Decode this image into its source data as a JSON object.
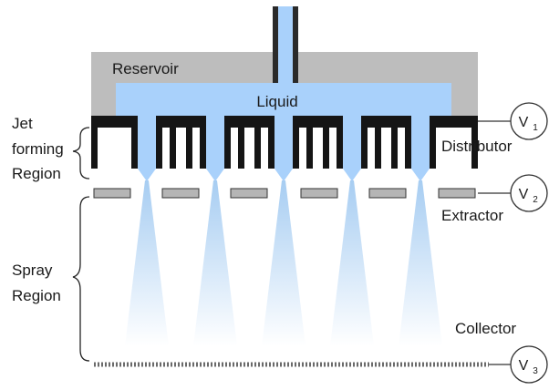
{
  "labels": {
    "reservoir": "Reservoir",
    "liquid": "Liquid",
    "jet_line1": "Jet",
    "jet_line2": "forming",
    "jet_line3": "Region",
    "distributor": "Distributor",
    "extractor": "Extractor",
    "spray_line1": "Spray",
    "spray_line2": "Region",
    "collector": "Collector"
  },
  "voltages": [
    {
      "letter": "V",
      "sub": "1"
    },
    {
      "letter": "V",
      "sub": "2"
    },
    {
      "letter": "V",
      "sub": "3"
    }
  ],
  "colors": {
    "reservoir": "#bdbdbd",
    "liquid": "#a9d1fb",
    "distributor": "#151515",
    "extractor": "#b5b5b5",
    "spray_top": "#a7cdf2",
    "spray_bottom": "#ffffff"
  }
}
